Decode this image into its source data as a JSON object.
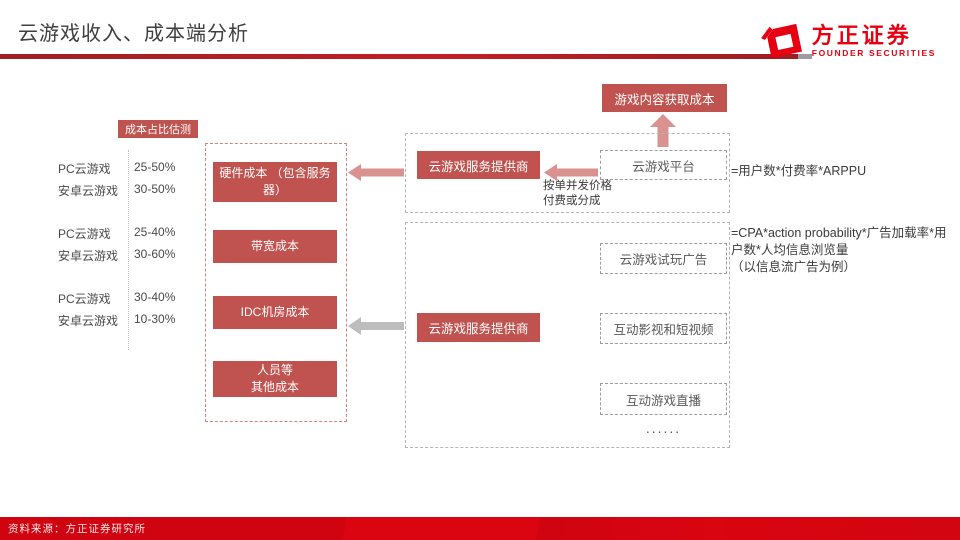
{
  "header": {
    "title": "云游戏收入、成本端分析",
    "logo": {
      "name_cn": "方正证券",
      "name_en": "FOUNDER SECURITIES"
    }
  },
  "cost_panel": {
    "header": "成本占比估测",
    "rows": [
      {
        "label": "PC云游戏",
        "value": "25-50%"
      },
      {
        "label": "安卓云游戏",
        "value": "30-50%"
      },
      {
        "label": "PC云游戏",
        "value": "25-40%"
      },
      {
        "label": "安卓云游戏",
        "value": "30-60%"
      },
      {
        "label": "PC云游戏",
        "value": "30-40%"
      },
      {
        "label": "安卓云游戏",
        "value": "10-30%"
      }
    ],
    "cost_boxes": {
      "hardware": "硬件成本 （包含服务器）",
      "bandwidth": "带宽成本",
      "idc": "IDC机房成本",
      "personnel": "人员等\n其他成本"
    }
  },
  "flow_top": {
    "content_cost": "游戏内容获取成本",
    "provider": "云游戏服务提供商",
    "platform": "云游戏平台",
    "arrow_note": "按单并发价格\n付费或分成",
    "formula": "=用户数*付费率*ARPPU"
  },
  "flow_bottom": {
    "provider": "云游戏服务提供商",
    "channels": [
      "云游戏试玩广告",
      "互动影视和短视频",
      "互动游戏直播"
    ],
    "ellipsis": "......",
    "formula": "=CPA*action probability*广告加载率*用户数*人均信息浏览量\n（以信息流广告为例）"
  },
  "footer": {
    "source": "资料来源：方正证券研究所"
  },
  "colors": {
    "node_red": "#c0534f",
    "arrow_pink": "#d9928f",
    "arrow_gray": "#bdbdbd",
    "brand_red": "#e60012",
    "rule_red": "#b01f24",
    "footer_red": "#d20510"
  }
}
